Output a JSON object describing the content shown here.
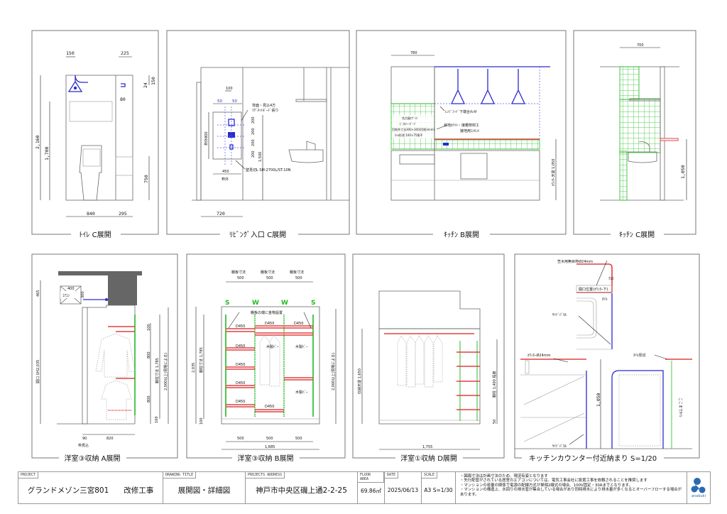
{
  "panels": {
    "toilet": {
      "title": "ﾄｲﾚ  C展開",
      "d150": "150",
      "d225": "225",
      "d2160": "2,160",
      "d1700": "1,700",
      "d24": "24",
      "d150b": "150",
      "d80": "80",
      "d750": "750",
      "d840": "840",
      "d295": "295"
    },
    "living": {
      "title": "ﾘﾋﾞﾝｸﾞ入口  C展開",
      "d100": "100",
      "d50a": "50",
      "d50b": "50",
      "frame800": "枠外800",
      "note1": "背面・見込4方",
      "note2": "ﾏｸﾞﾈｯﾄﾎﾞｰﾄﾞ張り",
      "d200a": "200",
      "d200b": "200",
      "d200c": "200",
      "d200d": "200",
      "d1500": "1,500",
      "trim": "壁見切L SM-2700L/ST-10N",
      "d450": "450",
      "outer": "枠外",
      "d720": "720"
    },
    "kitchen_b": {
      "title": "ｷｯﾁﾝ  B展開",
      "d780": "780",
      "hood_note": "ﾚﾝｼﾞﾌｰﾄﾞ下端合わせ",
      "tile1": "名古屋ﾓｻﾞｲｸ",
      "tile2": "ﾋﾞｽﾀﾃｨｰﾎﾞｰﾄﾞ",
      "tile3": "目地共寸法300×300(目地3mm)",
      "tile4": "ﾀｲﾙ形状:100×75角平",
      "joint_note": "目地ﾎﾜｲﾄ・接着剤材工",
      "outlet_note": "接地用ｺﾝｾﾝﾄ",
      "counter_dim": "ｶｳﾝﾀｰ天端 1,050"
    },
    "kitchen_c": {
      "title": "ｷｯﾁﾝ  C展開",
      "d700": "700",
      "d1050": "1,050"
    },
    "closet3_a": {
      "title": "洋室③収納  A展開",
      "d465": "465",
      "opening": "開口 UH2,035",
      "ac": "ｴｱｺﾝ",
      "d400": "400",
      "d300": "300",
      "d100a": "100",
      "d800a": "800",
      "d800b": "800",
      "d100b": "100",
      "post": "棚柱寸法 1,785",
      "min": "2,000以上(現場による)",
      "d90": "90",
      "d820": "820",
      "frame": "枠見込"
    },
    "closet3_b": {
      "title": "洋室③収納  B展開",
      "shelf_label": "棚板寸法",
      "s500a": "500",
      "s500b": "500",
      "s500c": "500",
      "post_types": [
        "S",
        "W",
        "W",
        "S"
      ],
      "hardware": "棚板の端に金物設置",
      "depth": "D450",
      "rod": "木製ﾊﾞｰ",
      "d2035": "2,035",
      "post": "棚柱寸法 1,785",
      "d100": "100",
      "min": "2,000以上(現場による)",
      "b500a": "500",
      "b500b": "500",
      "b500c": "500",
      "d1685": "1,685"
    },
    "closet1_d": {
      "title": "洋室①収納  D展開",
      "top": "収納天端 1,650",
      "post": "棚柱 1,400 程度",
      "d50": "50",
      "d1755": "1,755"
    },
    "counter_detail": {
      "title": "キッチンカウンター付近納まり  S=1/20",
      "cap": "笠木用無目枠Ø24mm",
      "cloth": "ｸﾛｽ",
      "opening": "開口位置(ｶｳﾝﾀｰ下)",
      "tile": "ﾀｲﾙ",
      "side_panel": "ｻｲﾄﾞﾊﾟﾈﾙ",
      "counter": "ｶｳﾝﾀｰØ24mm",
      "d1050": "1,050",
      "tile_edge": "ﾀｲﾙ見切",
      "tile_to": "ここまでﾀｲﾙ",
      "side_panel2": "ｻｲﾄﾞﾊﾟﾈﾙ"
    }
  },
  "title_block": {
    "project_caption": "PROJECT",
    "project": "グランドメゾン三宮801　　改修工事",
    "drawing_caption": "DRAWING TITLE",
    "drawing": "展開図・詳細図",
    "address_caption": "PROJECTS ADDRESS",
    "address": "神戸市中央区磯上通2-2-25",
    "area_caption": "FLOOR AREA",
    "area": "69.86㎡",
    "date_caption": "DATE",
    "date": "2025/06/13",
    "scale_caption": "SCALE",
    "scale": "A3 S=1/30",
    "notes": [
      "・図面寸法は計画寸法のため、現況有姿となります",
      "・先行配管がされている居室のエアコンについては、電気工事会社に設置工事を依頼されることを推奨します",
      "・マンションの容量の関係で電源の配線方式が単相2線式の場合、100V固定・30Aまでとなります。",
      "・マンションの構造上、水回りの排水管が集合している場合があり同時排水により排水量が多くなるとオーバーフローする場合があります。"
    ],
    "logo": "anabuki"
  },
  "colors": {
    "accent_blue": "#2a2ad0",
    "shelf_red": "#e04040",
    "post_green": "#22bb22",
    "logo_blue": "#2a6ab0"
  }
}
